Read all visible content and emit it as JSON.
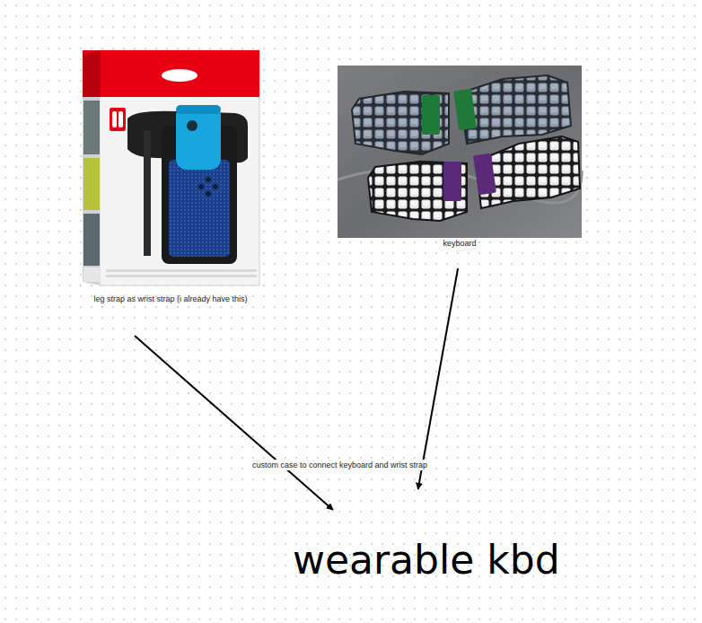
{
  "diagram": {
    "nodes": [
      {
        "text": [
          "leg strap as wrist strap (i already have this)"
        ]
      },
      {
        "text": [
          "keyboard"
        ]
      },
      {
        "text": [
          "wearable kbd"
        ]
      }
    ],
    "edges": [
      {
        "from": 0,
        "to": 2,
        "arrow": "to"
      },
      {
        "from": 1,
        "to": 2,
        "arrow": "to"
      }
    ],
    "labels": [
      "custom case to connect keyboard and wrist strap"
    ]
  }
}
